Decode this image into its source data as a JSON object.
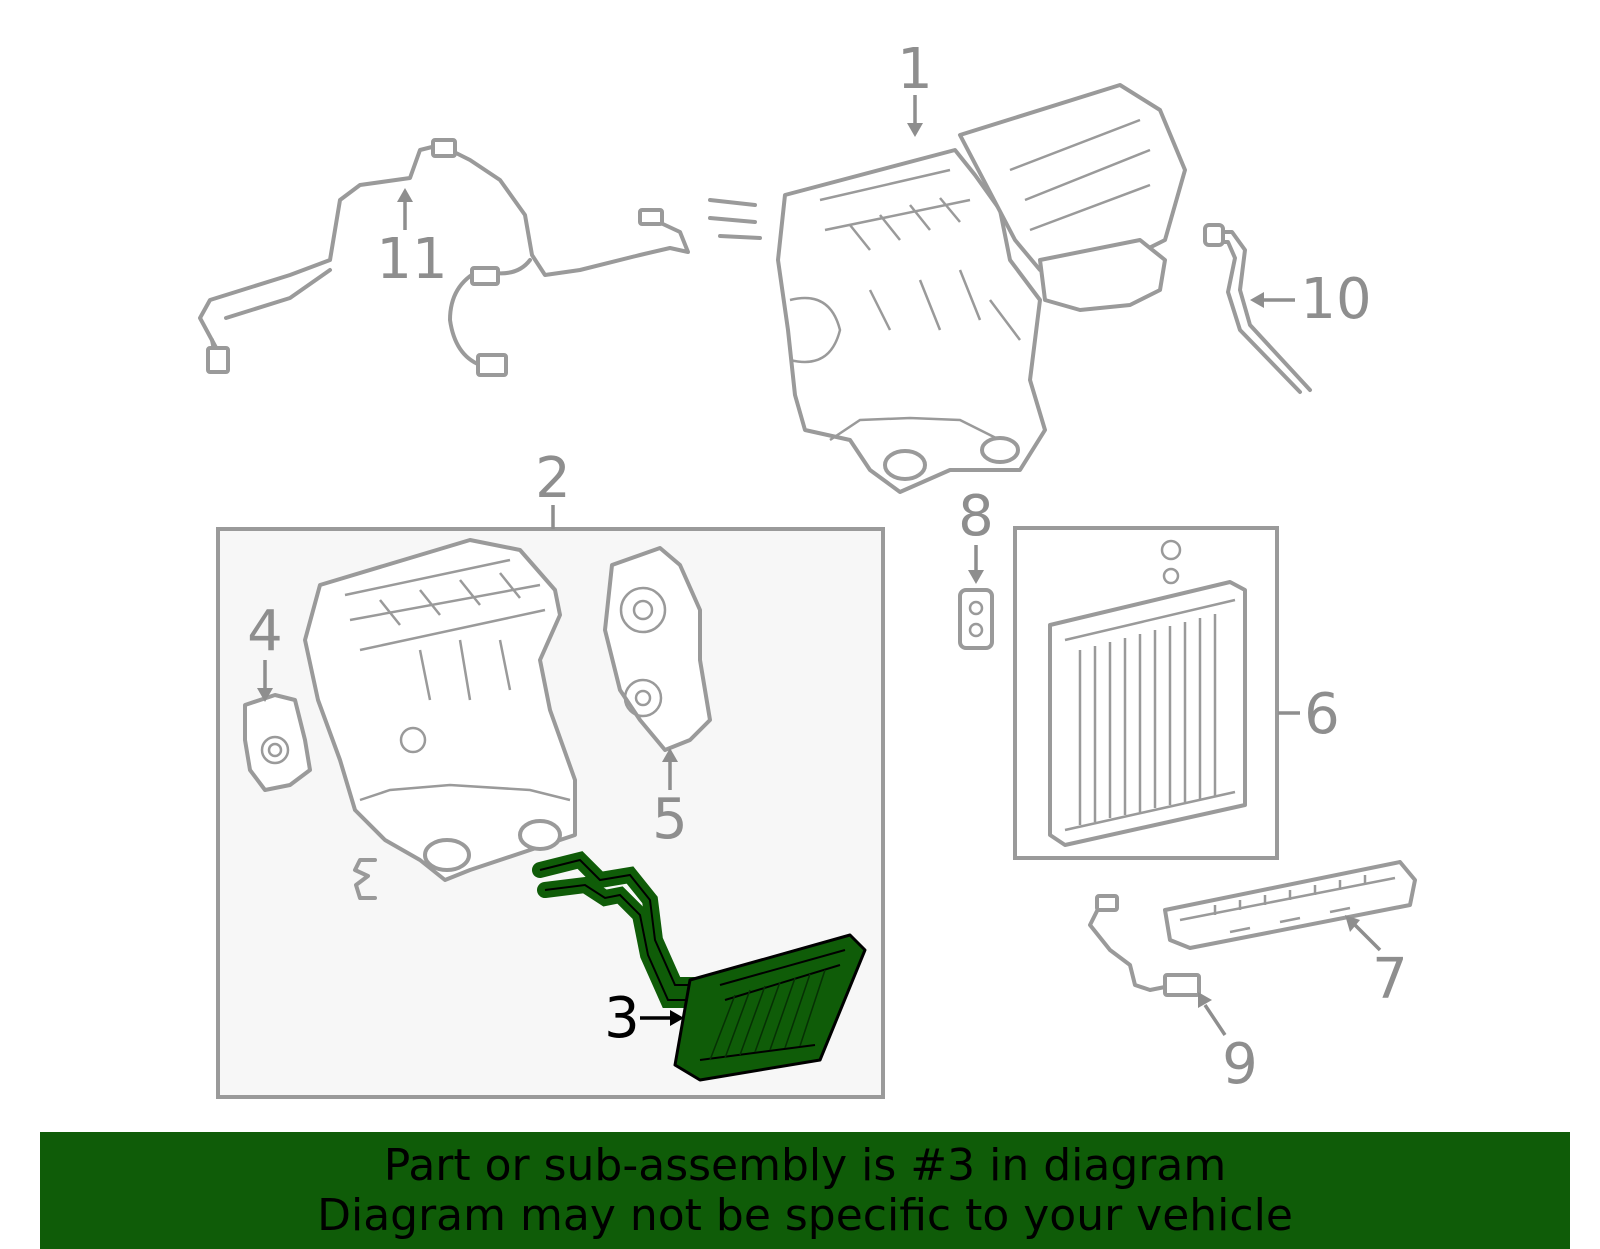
{
  "callouts": [
    {
      "id": "1",
      "label": "1"
    },
    {
      "id": "2",
      "label": "2"
    },
    {
      "id": "3",
      "label": "3"
    },
    {
      "id": "4",
      "label": "4"
    },
    {
      "id": "5",
      "label": "5"
    },
    {
      "id": "6",
      "label": "6"
    },
    {
      "id": "7",
      "label": "7"
    },
    {
      "id": "8",
      "label": "8"
    },
    {
      "id": "9",
      "label": "9"
    },
    {
      "id": "10",
      "label": "10"
    },
    {
      "id": "11",
      "label": "11"
    }
  ],
  "highlighted_part": "3",
  "colors": {
    "highlight": "#0f5c08",
    "line_art": "#9a9a9a",
    "group_box_fill": "#f7f7f7"
  },
  "banner": {
    "line1": "Part or sub-assembly is #3 in diagram",
    "line2": "Diagram may not be specific to your vehicle"
  }
}
